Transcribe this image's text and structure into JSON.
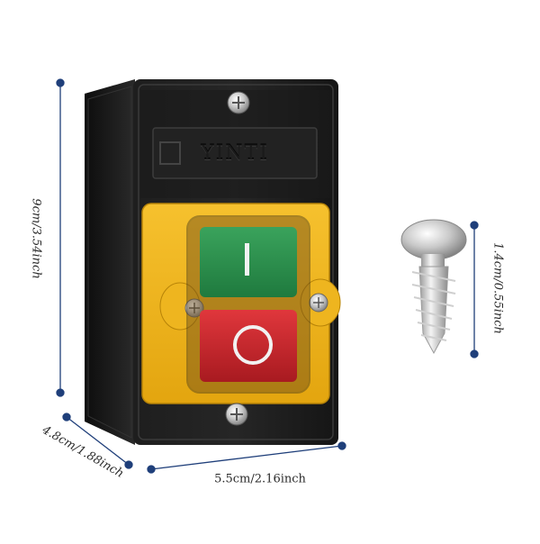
{
  "product": {
    "brand_text": "YINTI",
    "button_on_symbol": "I",
    "button_off_symbol": "O"
  },
  "dimensions": {
    "height": "9cm/3.54inch",
    "depth": "4.8cm/1.88inch",
    "width": "5.5cm/2.16inch",
    "screw_length": "1.4cm/0.55inch"
  },
  "colors": {
    "housing": "#1c1c1c",
    "frame": "#f2b51e",
    "on_button": "#2f8f4e",
    "off_button": "#c8232b",
    "dimension_line": "#1f3f7a"
  }
}
